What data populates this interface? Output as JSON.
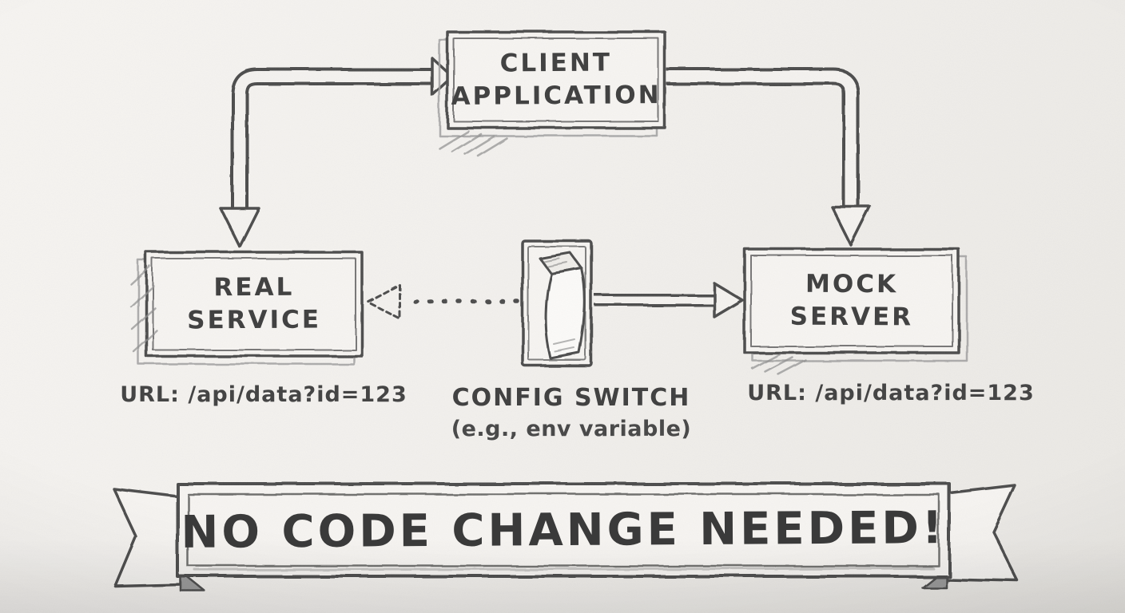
{
  "colors": {
    "ink": "#4a4a4a",
    "paper": "#f4f2ef"
  },
  "nodes": {
    "client": {
      "line1": "CLIENT",
      "line2": "APPLICATION"
    },
    "real": {
      "line1": "REAL",
      "line2": "SERVICE",
      "url": "URL: /api/data?id=123"
    },
    "mock": {
      "line1": "MOCK",
      "line2": "SERVER",
      "url": "URL: /api/data?id=123"
    },
    "switch": {
      "label": "CONFIG SWITCH",
      "sublabel": "(e.g., env variable)"
    }
  },
  "banner": {
    "text": "NO CODE CHANGE NEEDED!"
  }
}
